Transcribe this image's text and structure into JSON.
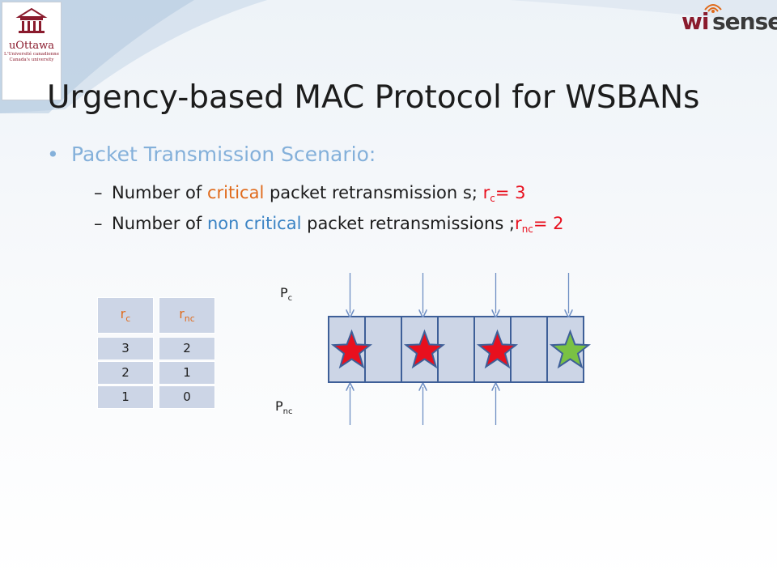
{
  "header": {
    "uottawa_name": "uOttawa",
    "uottawa_sub1": "L'Université canadienne",
    "uottawa_sub2": "Canada's university",
    "wisense_wi": "wi",
    "wisense_sense": "sense"
  },
  "title": "Urgency-based MAC Protocol for WSBANs",
  "bullets": {
    "main": "Packet Transmission Scenario:",
    "line1": {
      "pre": "Number of ",
      "emph": "critical",
      "post": " packet retransmission s; ",
      "var": "r",
      "var_sub": "c",
      "eq": "= 3"
    },
    "line2": {
      "pre": "Number of ",
      "emph": "non critical",
      "post": " packet retransmissions  ;",
      "var": "r",
      "var_sub": "nc",
      "eq": "= 2"
    }
  },
  "counters": {
    "rc": {
      "label": "r",
      "label_sub": "c",
      "values": [
        "3",
        "2",
        "1"
      ]
    },
    "rnc": {
      "label": "r",
      "label_sub": "nc",
      "values": [
        "2",
        "1",
        "0"
      ]
    }
  },
  "diagram": {
    "pc_label": "P",
    "pc_sub": "c",
    "pnc_label": "P",
    "pnc_sub": "nc",
    "slots": 7,
    "stars": [
      {
        "slot": 0,
        "color": "#e8101e"
      },
      {
        "slot": 2,
        "color": "#e8101e"
      },
      {
        "slot": 4,
        "color": "#e8101e"
      },
      {
        "slot": 6,
        "color": "#7ac143"
      }
    ]
  },
  "colors": {
    "accent_blue": "#84b0da",
    "orange": "#e06b1c",
    "red": "#e8101e",
    "green": "#7ac143",
    "slot_fill": "#ccd5e6",
    "slot_stroke": "#3e5f98"
  }
}
